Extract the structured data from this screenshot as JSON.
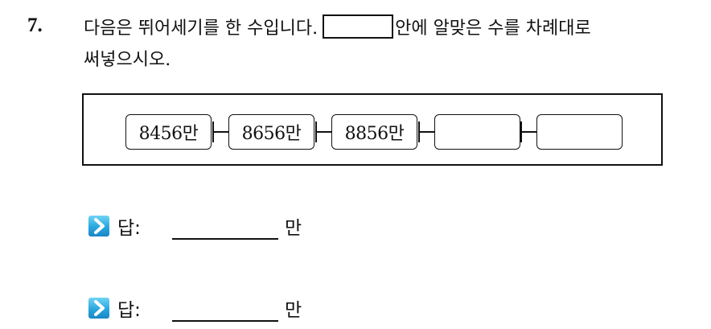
{
  "question": {
    "number": "7.",
    "line1_before": "다음은 뛰어세기를 한 수입니다.",
    "line1_after": "안에 알맞은 수를 차례대로",
    "line2": "써넣으시오."
  },
  "sequence": {
    "cells": [
      "8456만",
      "8656만",
      "8856만",
      "",
      ""
    ]
  },
  "answers": [
    {
      "label": "답:",
      "value": "",
      "unit": "만"
    },
    {
      "label": "답:",
      "value": "",
      "unit": "만"
    }
  ]
}
